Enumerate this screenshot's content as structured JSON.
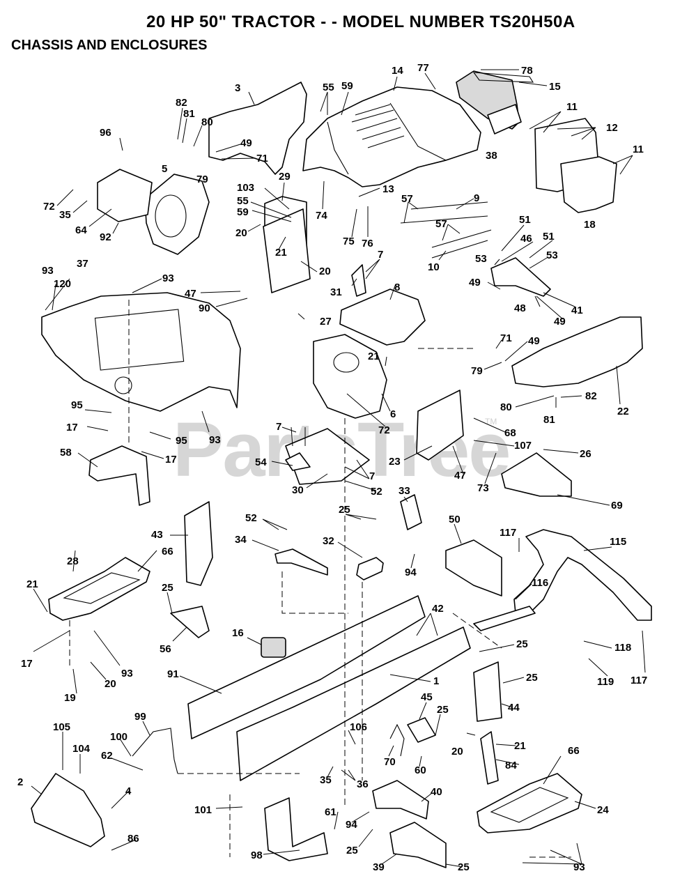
{
  "header": {
    "title": "20 HP 50\" TRACTOR - - MODEL NUMBER TS20H50A",
    "subtitle": "CHASSIS AND ENCLOSURES"
  },
  "watermark": {
    "text": "PartsTree",
    "mark": "TM"
  },
  "callouts": [
    "2",
    "3",
    "4",
    "5",
    "6",
    "7",
    "8",
    "9",
    "10",
    "11",
    "12",
    "13",
    "14",
    "15",
    "16",
    "17",
    "18",
    "19",
    "20",
    "21",
    "22",
    "23",
    "24",
    "25",
    "26",
    "27",
    "28",
    "29",
    "30",
    "31",
    "32",
    "33",
    "34",
    "35",
    "36",
    "37",
    "38",
    "39",
    "40",
    "41",
    "42",
    "43",
    "44",
    "45",
    "46",
    "47",
    "48",
    "49",
    "50",
    "51",
    "52",
    "53",
    "54",
    "55",
    "56",
    "57",
    "58",
    "59",
    "60",
    "61",
    "62",
    "64",
    "66",
    "68",
    "69",
    "70",
    "71",
    "72",
    "73",
    "74",
    "75",
    "76",
    "77",
    "78",
    "79",
    "80",
    "81",
    "82",
    "84",
    "86",
    "90",
    "91",
    "92",
    "93",
    "94",
    "95",
    "96",
    "98",
    "99",
    "100",
    "101",
    "103",
    "104",
    "105",
    "106",
    "107",
    "115",
    "116",
    "117",
    "118",
    "119",
    "120",
    "1"
  ]
}
